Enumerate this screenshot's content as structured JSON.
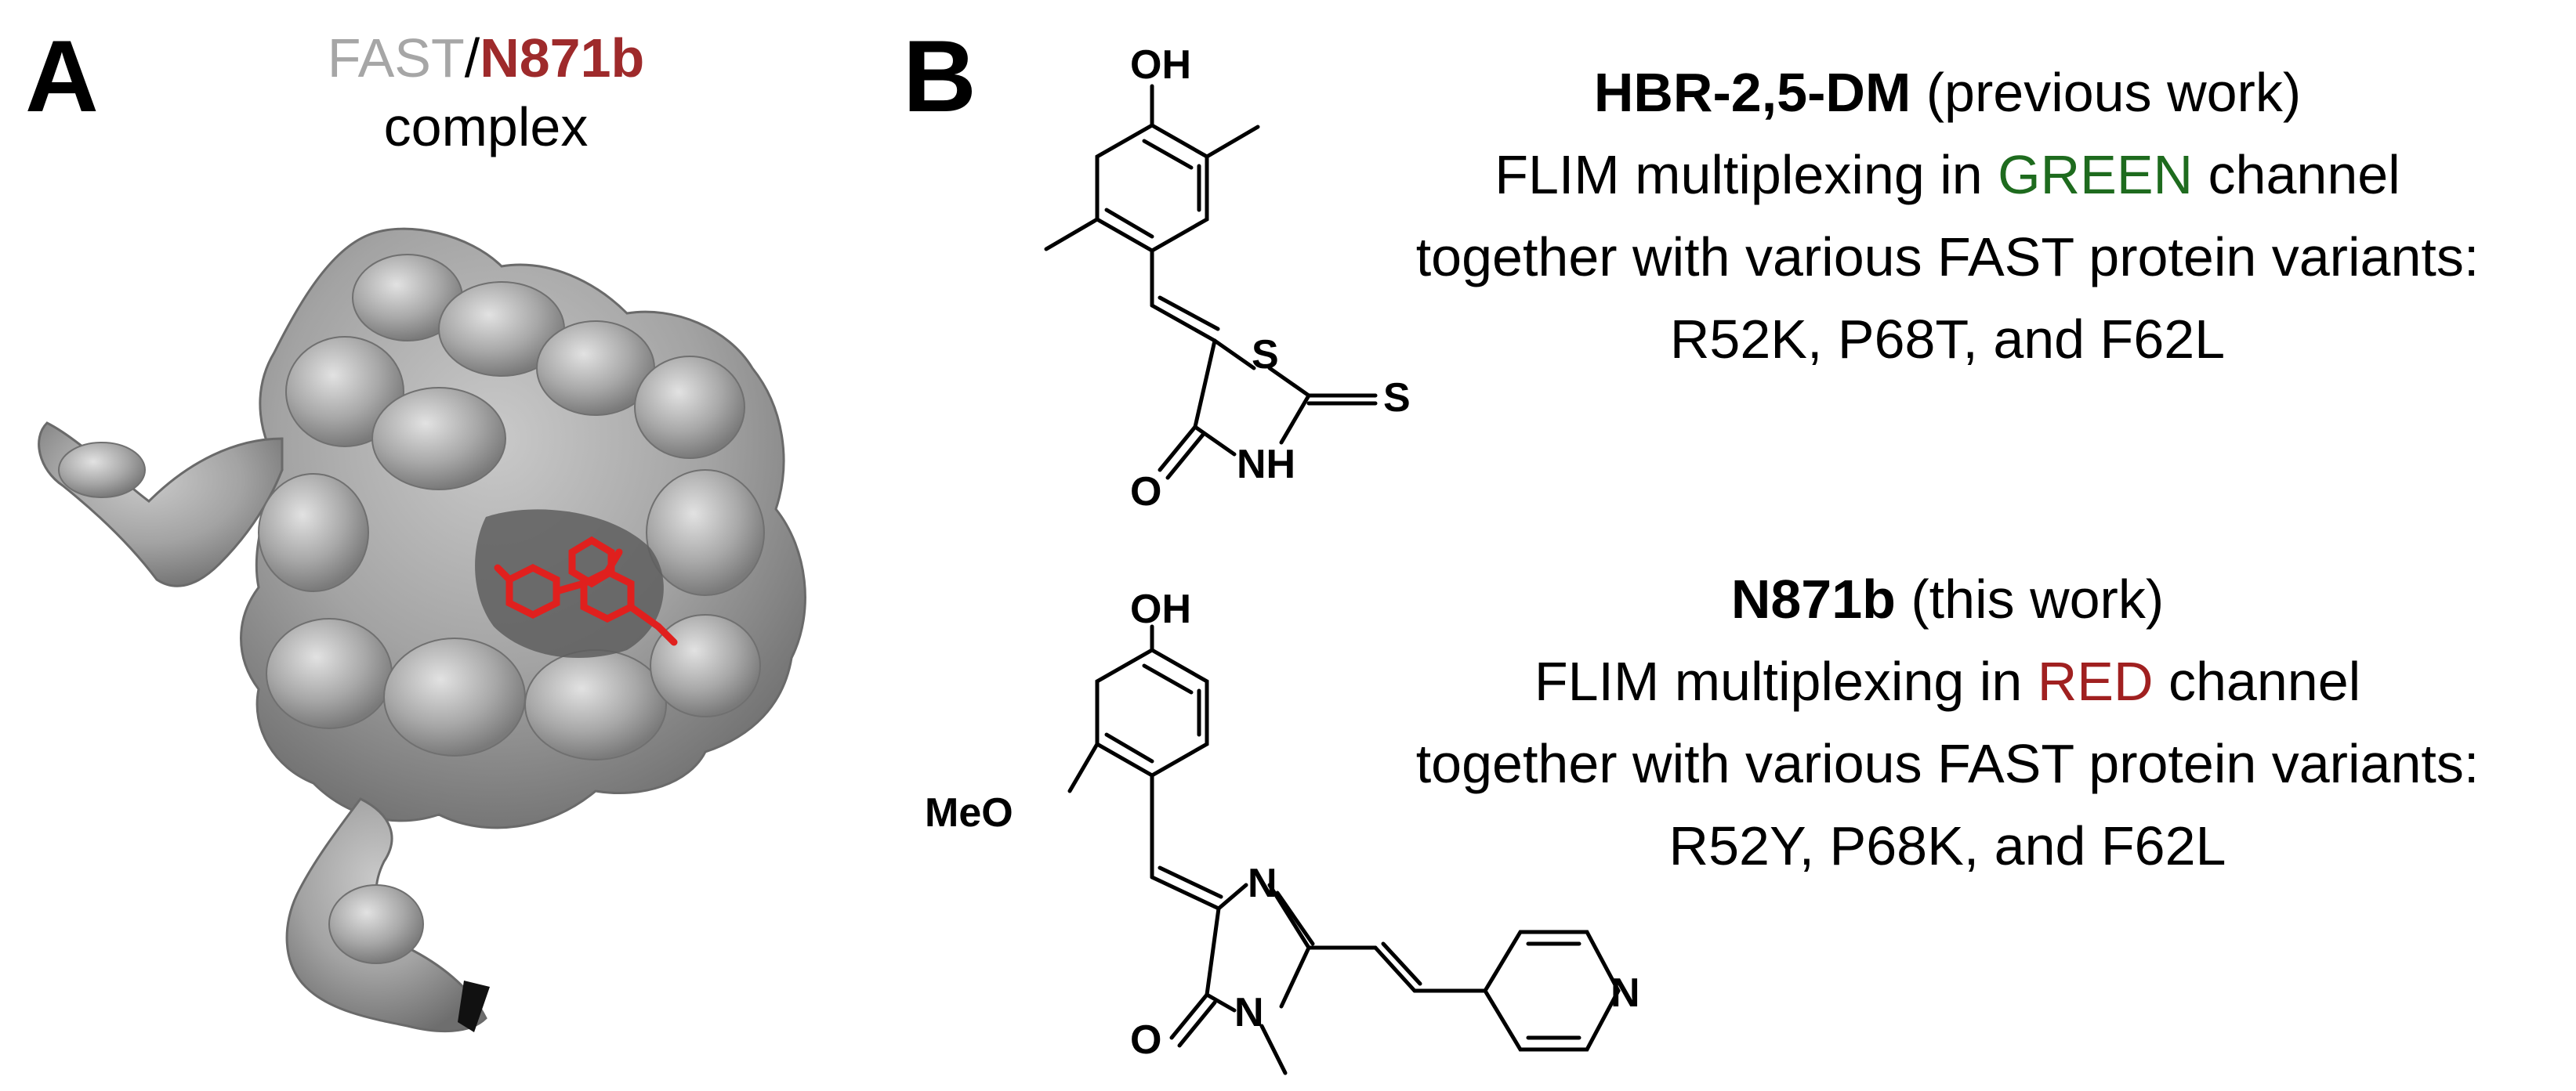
{
  "panel_a": {
    "letter": "A",
    "title_protein": "FAST",
    "title_sep": "/",
    "title_ligand": "N871b",
    "title_line2": "complex"
  },
  "panel_b": {
    "letter": "B",
    "compound_1": {
      "name": "HBR-2,5-DM",
      "note": "(previous work)",
      "line2_pre": "FLIM multiplexing in",
      "channel": "GREEN",
      "line2_post": "channel",
      "line3": "together with various FAST protein variants:",
      "line4": "R52K, P68T, and F62L",
      "atoms": {
        "oh": "OH",
        "s_ring": "S",
        "s_thione": "S",
        "nh": "NH",
        "o": "O"
      }
    },
    "compound_2": {
      "name": "N871b",
      "note": "(this work)",
      "line2_pre": "FLIM multiplexing in",
      "channel": "RED",
      "line2_post": "channel",
      "line3": "together with various FAST protein variants:",
      "line4": "R52Y, P68K, and F62L",
      "atoms": {
        "oh": "OH",
        "meo": "MeO",
        "n_ring": "N",
        "n_methyl": "N",
        "o": "O",
        "n_pyridine": "N"
      }
    }
  },
  "colors": {
    "protein_gray": "#9a9a9a",
    "ligand_red": "#e0201e",
    "green_text": "#1e6b1e",
    "red_text": "#a02020",
    "ligand_title": "#9e2a2b"
  }
}
